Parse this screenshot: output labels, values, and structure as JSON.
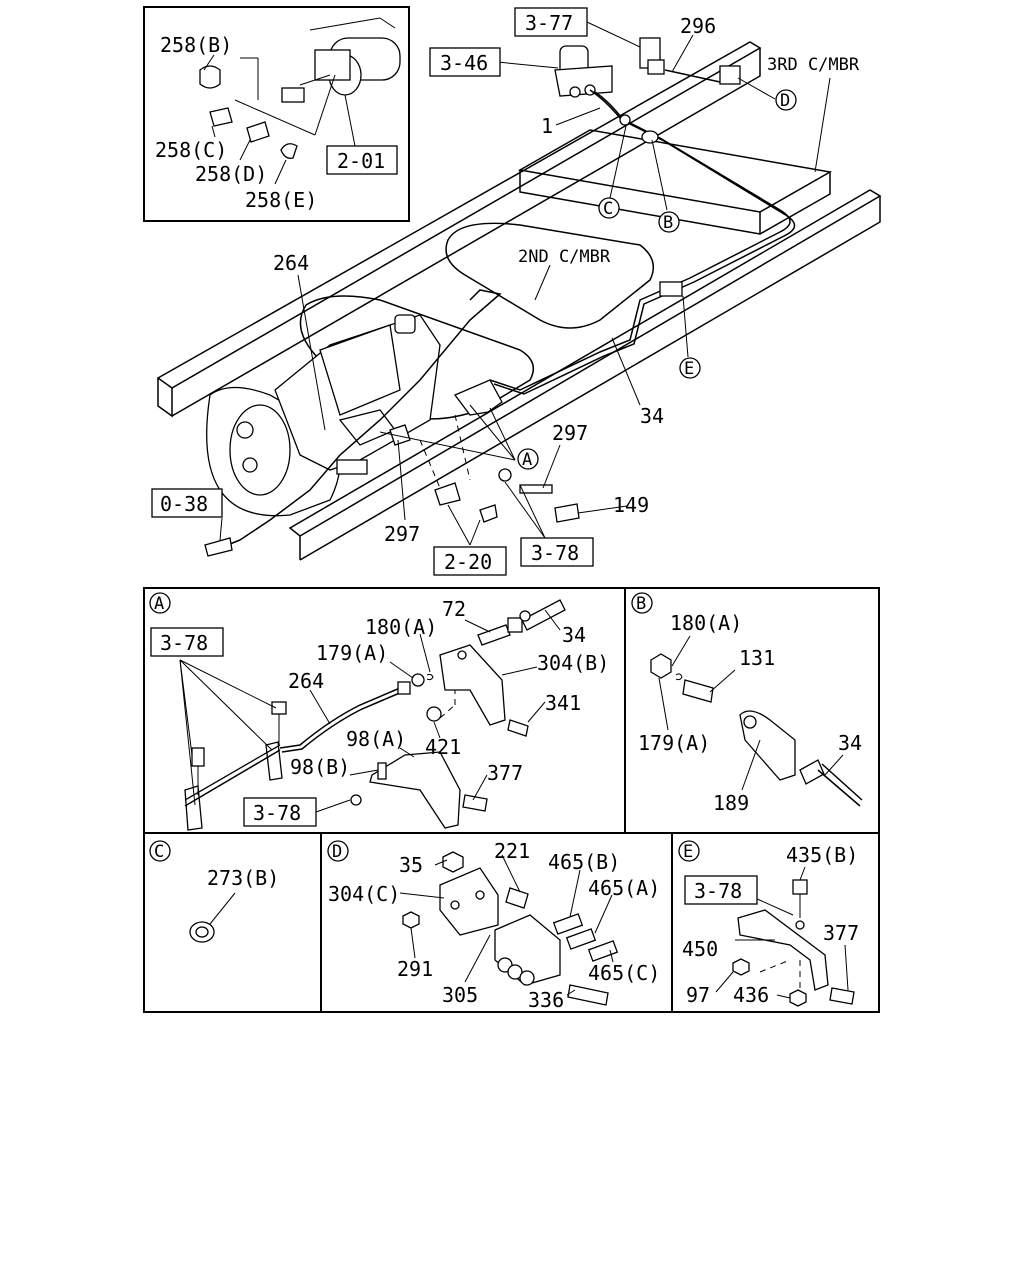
{
  "main": {
    "callouts": {
      "inset_258b": "258(B)",
      "inset_258c": "258(C)",
      "inset_258d": "258(D)",
      "inset_258e": "258(E)",
      "ref_201": "2-01",
      "ref_377": "3-77",
      "ref_346": "3-46",
      "p296": "296",
      "p1": "1",
      "third_cmbr": "3RD C/MBR",
      "second_cmbr": "2ND C/MBR",
      "p264": "264",
      "p34": "34",
      "p297a": "297",
      "p297b": "297",
      "p149": "149",
      "ref_038": "0-38",
      "ref_220": "2-20",
      "ref_378": "3-78",
      "circ_a": "A",
      "circ_b": "B",
      "circ_c": "C",
      "circ_d": "D",
      "circ_e": "E"
    }
  },
  "detail_a": {
    "tag": "A",
    "ref_378_top": "3-78",
    "ref_378_bottom": "3-78",
    "p72": "72",
    "p34": "34",
    "p180a": "180(A)",
    "p179a": "179(A)",
    "p304b": "304(B)",
    "p264": "264",
    "p341": "341",
    "p98a": "98(A)",
    "p421": "421",
    "p98b": "98(B)",
    "p377": "377"
  },
  "detail_b": {
    "tag": "B",
    "p180a": "180(A)",
    "p131": "131",
    "p179a": "179(A)",
    "p34": "34",
    "p189": "189"
  },
  "detail_c": {
    "tag": "C",
    "p273b": "273(B)"
  },
  "detail_d": {
    "tag": "D",
    "p35": "35",
    "p221": "221",
    "p465b": "465(B)",
    "p304c": "304(C)",
    "p465a": "465(A)",
    "p291": "291",
    "p465c": "465(C)",
    "p305": "305",
    "p336": "336"
  },
  "detail_e": {
    "tag": "E",
    "p435b": "435(B)",
    "ref_378": "3-78",
    "p450": "450",
    "p377": "377",
    "p97": "97",
    "p436": "436"
  }
}
